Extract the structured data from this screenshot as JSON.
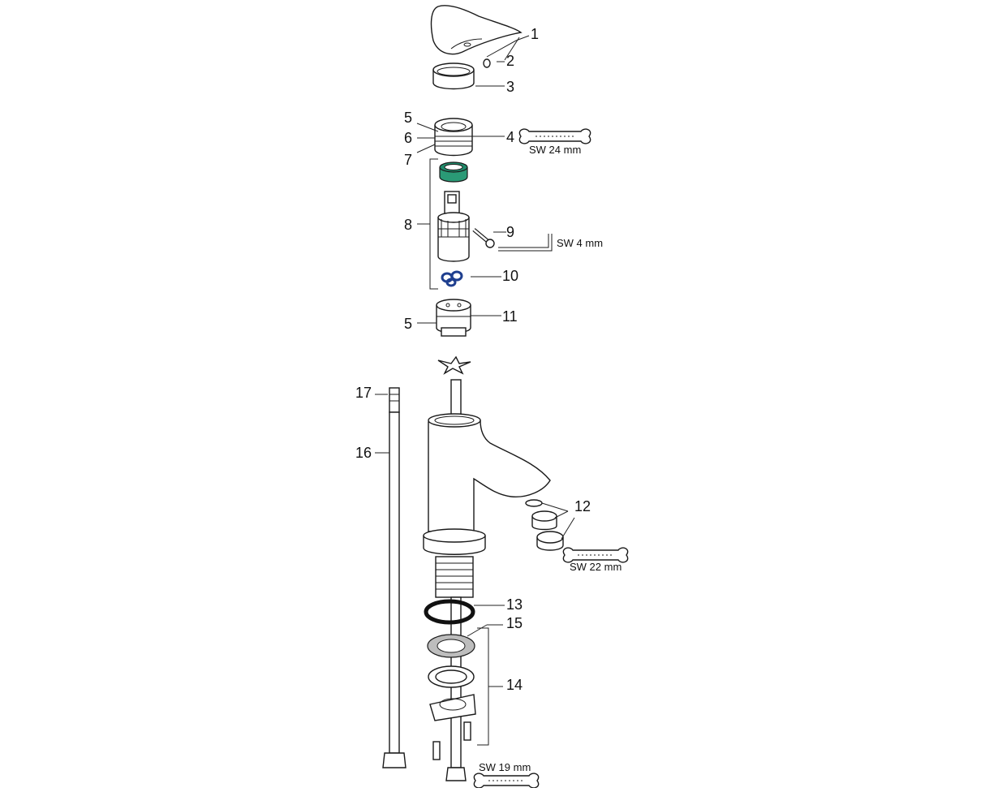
{
  "callouts": {
    "c1": "1",
    "c2": "2",
    "c3": "3",
    "c4": "4",
    "c5a": "5",
    "c5b": "5",
    "c6": "6",
    "c7": "7",
    "c8": "8",
    "c9": "9",
    "c10": "10",
    "c11": "11",
    "c12": "12",
    "c13": "13",
    "c14": "14",
    "c15": "15",
    "c16": "16",
    "c17": "17"
  },
  "tools": {
    "wrench_24": "SW 24 mm",
    "hex_key_4": "SW 4 mm",
    "wrench_22": "SW 22 mm",
    "wrench_19": "SW 19 mm"
  },
  "colors": {
    "line": "#1a1a1a",
    "green_ring": "#1f8a6a",
    "blue_orings": "#1f3f8f",
    "gray_washer": "#bdbdbd"
  }
}
